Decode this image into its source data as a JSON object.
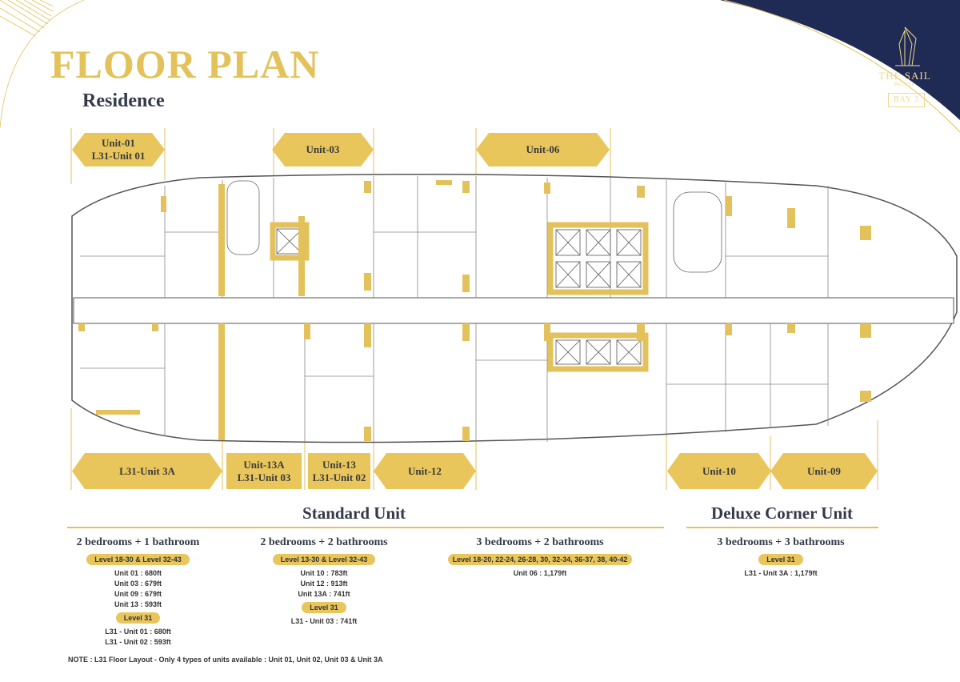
{
  "header": {
    "title": "FLOOR PLAN",
    "subtitle": "Residence"
  },
  "brand": {
    "name": "THE SAIL",
    "sub": "MELAKA",
    "bay": "BAY 3",
    "colors": {
      "navy": "#1f2a55",
      "gold": "#e3c25c"
    }
  },
  "unit_tags": {
    "top": [
      {
        "label": "Unit-01\nL31-Unit 01"
      },
      {
        "label": "Unit-03"
      },
      {
        "label": "Unit-06"
      }
    ],
    "bottom": [
      {
        "label": "L31-Unit 3A"
      },
      {
        "label": "Unit-13A\nL31-Unit 03"
      },
      {
        "label": "Unit-13\nL31-Unit 02"
      },
      {
        "label": "Unit-12"
      },
      {
        "label": "Unit-10"
      },
      {
        "label": "Unit-09"
      }
    ]
  },
  "sections": {
    "standard": "Standard Unit",
    "deluxe": "Deluxe Corner Unit"
  },
  "columns": [
    {
      "title": "2 bedrooms + 1 bathroom",
      "level_a": "Level 18-30 & Level 32-43",
      "lines_a": [
        "Unit 01 : 680ft",
        "Unit 03 : 679ft",
        "Unit 09 : 679ft",
        "Unit 13 : 593ft"
      ],
      "level_b": "Level 31",
      "lines_b": [
        "L31 - Unit 01 : 680ft",
        "L31 - Unit 02 : 593ft"
      ]
    },
    {
      "title": "2 bedrooms + 2 bathrooms",
      "level_a": "Level 13-30 & Level 32-43",
      "lines_a": [
        "Unit 10 : 783ft",
        "Unit 12 : 913ft",
        "Unit 13A : 741ft"
      ],
      "level_b": "Level 31",
      "lines_b": [
        "L31 - Unit 03 : 741ft"
      ]
    },
    {
      "title": "3 bedrooms + 2 bathrooms",
      "level_a": "Level 18-20, 22-24, 26-28, 30, 32-34, 36-37, 38, 40-42",
      "lines_a": [
        "Unit 06 : 1,179ft"
      ]
    },
    {
      "title": "3 bedrooms + 3 bathrooms",
      "level_a": "Level 31",
      "lines_a": [
        "L31 - Unit 3A : 1,179ft"
      ]
    }
  ],
  "note": "NOTE : L31 Floor Layout - Only 4 types of units available : Unit 01, Unit 02, Unit 03 & Unit 3A"
}
